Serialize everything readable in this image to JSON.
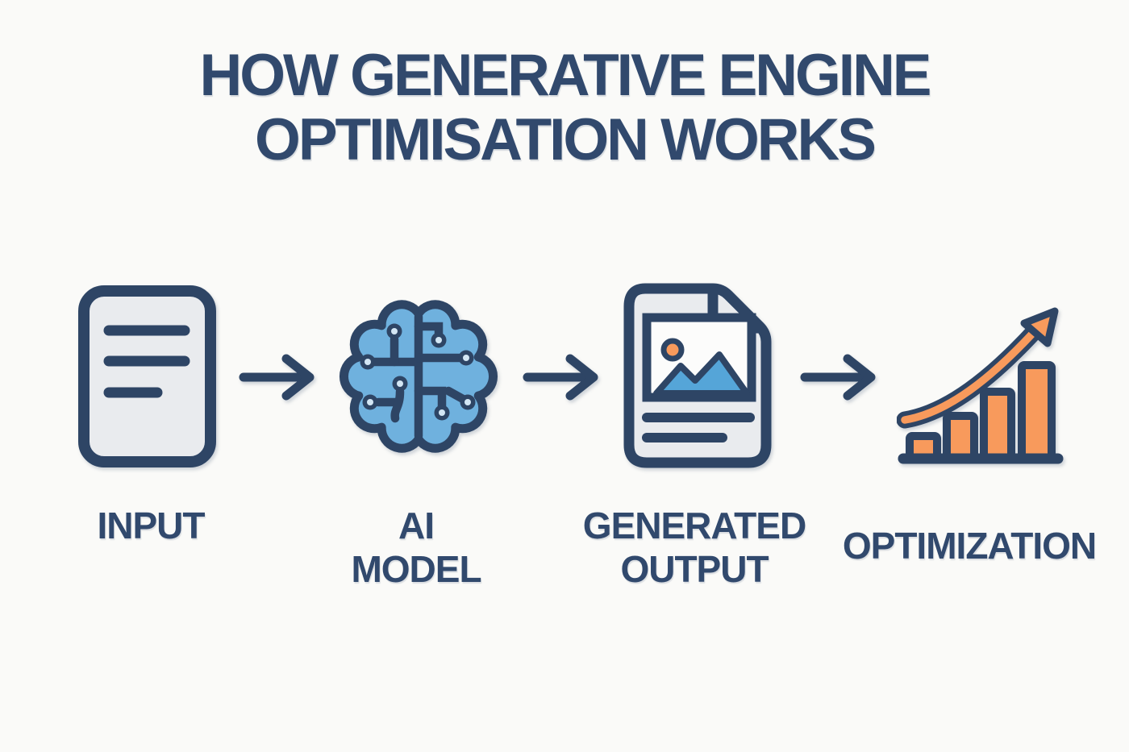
{
  "title": {
    "line1": "HOW GENERATIVE ENGINE",
    "line2": "OPTIMISATION WORKS"
  },
  "stages": [
    {
      "id": "input",
      "icon": "input-document-icon",
      "label_lines": [
        "INPUT"
      ]
    },
    {
      "id": "ai-model",
      "icon": "ai-brain-circuit-icon",
      "label_lines": [
        "AI",
        "MODEL"
      ]
    },
    {
      "id": "generated-output",
      "icon": "generated-document-icon",
      "label_lines": [
        "GENERATED",
        "OUTPUT"
      ]
    },
    {
      "id": "optimization",
      "icon": "growth-chart-icon",
      "label_lines": [
        "OPTIMIZATION"
      ]
    }
  ],
  "flow": {
    "connector": "right-arrow",
    "connector_count": 3
  },
  "colors": {
    "background": "#fafaf8",
    "navy_outline": "#2e4565",
    "title_text": "#31496d",
    "document_fill": "#e9ebee",
    "frame_fill": "#fcfcfb",
    "brain_fill": "#6fb1de",
    "node_center_fill": "#d3e6f4",
    "accent_orange": "#f89a5c",
    "image_blue": "#55a5d8"
  }
}
